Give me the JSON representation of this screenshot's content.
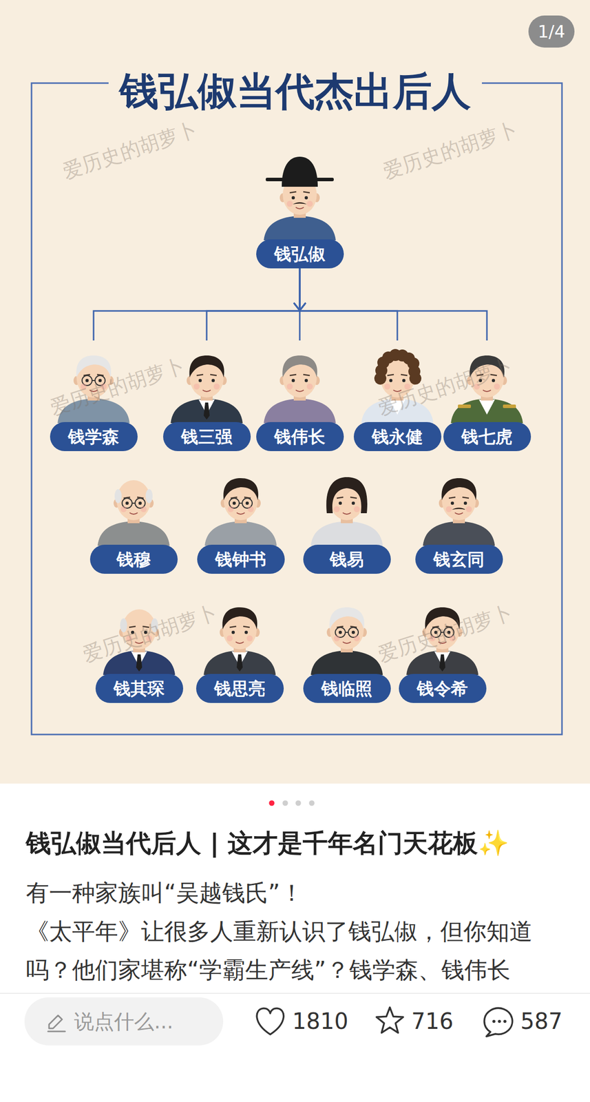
{
  "diagram": {
    "title": "钱弘俶当代杰出后人",
    "nodes": [
      {
        "text": [
          "钱弘俶"
        ]
      },
      {
        "text": [
          "钱学森"
        ]
      },
      {
        "text": [
          "钱三强"
        ]
      },
      {
        "text": [
          "钱伟长"
        ]
      },
      {
        "text": [
          "钱永健"
        ]
      },
      {
        "text": [
          "钱七虎"
        ]
      },
      {
        "text": [
          "钱穆"
        ]
      },
      {
        "text": [
          "钱钟书"
        ]
      },
      {
        "text": [
          "钱易"
        ]
      },
      {
        "text": [
          "钱玄同"
        ]
      },
      {
        "text": [
          "钱其琛"
        ]
      },
      {
        "text": [
          "钱思亮"
        ]
      },
      {
        "text": [
          "钱临照"
        ]
      },
      {
        "text": [
          "钱令希"
        ]
      }
    ],
    "edges": [
      {
        "from": 0,
        "to": 1,
        "arrow": "to"
      },
      {
        "from": 0,
        "to": 2,
        "arrow": "to"
      },
      {
        "from": 0,
        "to": 3,
        "arrow": "to"
      },
      {
        "from": 0,
        "to": 4,
        "arrow": "to"
      },
      {
        "from": 0,
        "to": 5,
        "arrow": "to"
      }
    ],
    "labels": [
      "爱历史的胡萝卜",
      "爱历史的胡萝卜",
      "爱历史的胡萝卜",
      "爱历史的胡萝卜",
      "爱历史的胡萝卜",
      "爱历史的胡萝卜",
      "1/4",
      "钱弘俶当代后人 | 这才是千年名门天花板✨",
      "有一种家族叫“吴越钱氏”！",
      "《太平年》让很多人重新认识了钱弘俶，但你知道吗？他们家堪称“学霸生产线”？钱学森、钱伟长",
      "说点什么...",
      "1810",
      "716",
      "587"
    ]
  }
}
